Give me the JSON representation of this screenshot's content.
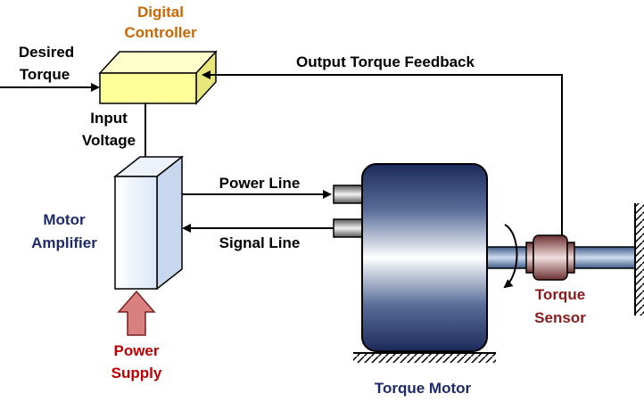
{
  "labels": {
    "digital_controller_1": "Digital",
    "digital_controller_2": "Controller",
    "desired_torque_1": "Desired",
    "desired_torque_2": "Torque",
    "output_torque_feedback": "Output Torque Feedback",
    "input_voltage_1": "Input",
    "input_voltage_2": "Voltage",
    "power_line": "Power Line",
    "signal_line": "Signal Line",
    "motor_amplifier_1": "Motor",
    "motor_amplifier_2": "Amplifier",
    "power_supply_1": "Power",
    "power_supply_2": "Supply",
    "torque_sensor_1": "Torque",
    "torque_sensor_2": "Sensor",
    "torque_motor": "Torque Motor"
  },
  "colors": {
    "controller_fill": "#ffff99",
    "controller_label": "#cc6600",
    "amplifier_label": "#1f2a6b",
    "power_supply_label": "#c00000",
    "power_supply_arrow": "#d98080",
    "torque_sensor_label": "#8b1a1a",
    "torque_motor_label": "#1f2a6b",
    "line": "#000000"
  }
}
